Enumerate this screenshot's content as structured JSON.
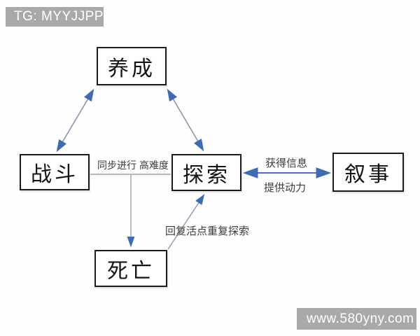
{
  "watermarks": {
    "top_left": "TG: MYYJJPP",
    "bottom_right": "www.580yny.com"
  },
  "nodes": {
    "yangcheng": {
      "label": "养成"
    },
    "zhandou": {
      "label": "战斗"
    },
    "tansuo": {
      "label": "探索"
    },
    "xushi": {
      "label": "叙事"
    },
    "siwang": {
      "label": "死亡"
    }
  },
  "edges": [
    {
      "from": "yangcheng",
      "to": "zhandou",
      "direction": "bidirectional",
      "label": ""
    },
    {
      "from": "yangcheng",
      "to": "tansuo",
      "direction": "bidirectional",
      "label": ""
    },
    {
      "from": "zhandou",
      "to": "tansuo",
      "direction": "plain-line",
      "label": "同步进行 高难度"
    },
    {
      "from": "zhandou",
      "to": "siwang",
      "direction": "one-way",
      "label": ""
    },
    {
      "from": "siwang",
      "to": "tansuo",
      "direction": "one-way",
      "label": "回复活点重复探索"
    },
    {
      "from": "tansuo",
      "to": "xushi",
      "direction": "bidirectional",
      "label_top": "获得信息",
      "label_bottom": "提供动力"
    }
  ],
  "edge_labels": {
    "sync_high_difficulty": "同步进行 高难度",
    "obtain_information": "获得信息",
    "provide_motivation": "提供动力",
    "revive_repeat_explore": "回复活点重复探索"
  },
  "colors": {
    "arrowhead_blue": "#3d6cb5",
    "stem_gray_blue": "#8796b1",
    "stem_gray": "#9aa0a6",
    "double_arrow_blue": "#4472c4",
    "box_border": "#1b1b1b",
    "watermark_bg": "#a9a9a9",
    "background": "#fefefe"
  }
}
